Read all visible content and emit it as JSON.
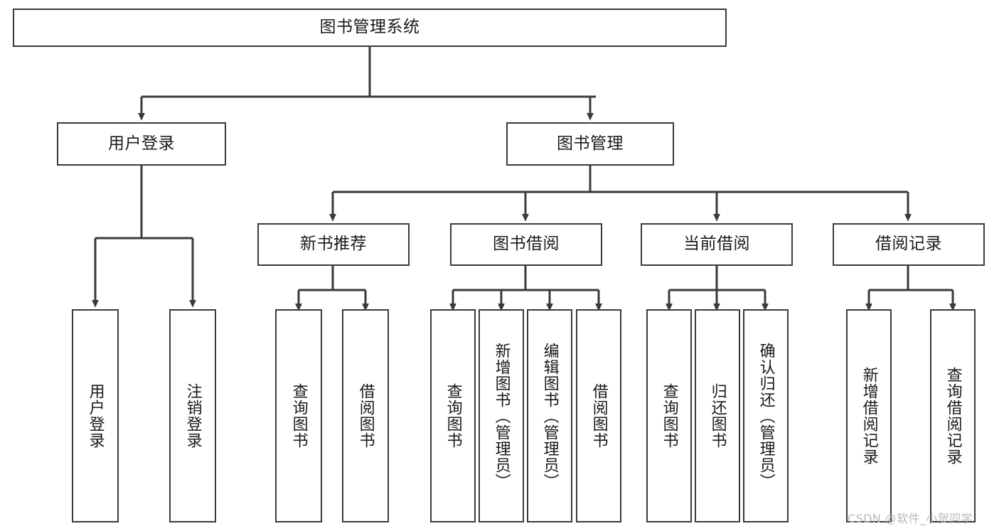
{
  "diagram": {
    "title": "图书管理系统",
    "type": "hierarchy-tree",
    "levels": 3,
    "nodes": {
      "root": {
        "label": "图书管理系统",
        "orientation": "horizontal"
      },
      "level2": [
        {
          "id": "user-login",
          "label": "用户登录",
          "orientation": "horizontal"
        },
        {
          "id": "book-management",
          "label": "图书管理",
          "orientation": "horizontal"
        }
      ],
      "level3": [
        {
          "id": "new-book-recommend",
          "label": "新书推荐",
          "orientation": "horizontal",
          "parent": "book-management"
        },
        {
          "id": "book-borrow",
          "label": "图书借阅",
          "orientation": "horizontal",
          "parent": "book-management"
        },
        {
          "id": "current-borrow",
          "label": "当前借阅",
          "orientation": "horizontal",
          "parent": "book-management"
        },
        {
          "id": "borrow-record",
          "label": "借阅记录",
          "orientation": "horizontal",
          "parent": "book-management"
        }
      ],
      "leaves": [
        {
          "id": "leaf-user-login",
          "label": "用户登录",
          "parent": "user-login"
        },
        {
          "id": "leaf-logout-login",
          "label": "注销登录",
          "parent": "user-login"
        },
        {
          "id": "leaf-query-book-1",
          "label": "查询图书",
          "parent": "new-book-recommend"
        },
        {
          "id": "leaf-borrow-book-1",
          "label": "借阅图书",
          "parent": "new-book-recommend"
        },
        {
          "id": "leaf-query-book-2",
          "label": "查询图书",
          "parent": "book-borrow"
        },
        {
          "id": "leaf-add-book",
          "label": "新增图书（管理员）",
          "parent": "book-borrow"
        },
        {
          "id": "leaf-edit-book",
          "label": "编辑图书（管理员）",
          "parent": "book-borrow"
        },
        {
          "id": "leaf-borrow-book-2",
          "label": "借阅图书",
          "parent": "book-borrow"
        },
        {
          "id": "leaf-query-book-3",
          "label": "查询图书",
          "parent": "current-borrow"
        },
        {
          "id": "leaf-return-book",
          "label": "归还图书",
          "parent": "current-borrow"
        },
        {
          "id": "leaf-confirm-return",
          "label": "确认归还（管理员）",
          "parent": "current-borrow"
        },
        {
          "id": "leaf-add-record",
          "label": "新增借阅记录",
          "parent": "borrow-record"
        },
        {
          "id": "leaf-query-record",
          "label": "查询借阅记录",
          "parent": "borrow-record"
        }
      ]
    },
    "colors": {
      "border": "#3a3a3a",
      "text": "#1a1a1a",
      "background": "#ffffff",
      "watermark": "#b9b9b9"
    }
  },
  "watermark": {
    "text": "CSDN @软件_小贺同学"
  }
}
